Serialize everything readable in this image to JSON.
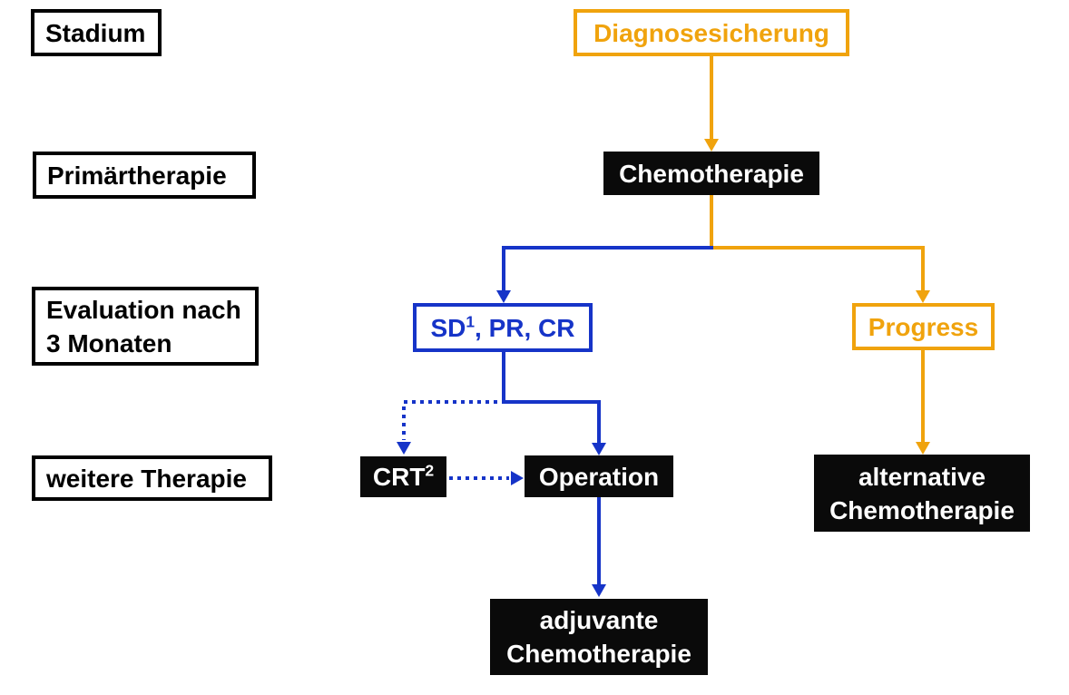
{
  "colors": {
    "orange": "#f0a30d",
    "blue": "#1634c8",
    "box_black": "#0a0a0a",
    "text_white": "#ffffff",
    "background": "#ffffff"
  },
  "row_labels": {
    "stadium": "Stadium",
    "primary": "Primärtherapie",
    "evaluation": "Evaluation nach 3 Monaten",
    "further": "weitere Therapie"
  },
  "nodes": {
    "diagnosis": "Diagnosesicherung",
    "chemo": "Chemotherapie",
    "sd": {
      "pre": "SD",
      "sup": "1",
      "post": ", PR, CR"
    },
    "progress": "Progress",
    "crt": {
      "pre": "CRT",
      "sup": "2"
    },
    "operation": "Operation",
    "adjuvant": "adjuvante Chemotherapie",
    "alternative": "alternative Chemotherapie"
  },
  "edges": [
    {
      "from": "Diagnosesicherung",
      "to": "Chemotherapie",
      "color": "orange",
      "style": "solid"
    },
    {
      "from": "Chemotherapie",
      "to": "SD1, PR, CR",
      "color": "blue",
      "style": "solid"
    },
    {
      "from": "Chemotherapie",
      "to": "Progress",
      "color": "orange",
      "style": "solid"
    },
    {
      "from": "SD1, PR, CR",
      "to": "CRT2",
      "color": "blue",
      "style": "dotted"
    },
    {
      "from": "SD1, PR, CR",
      "to": "Operation",
      "color": "blue",
      "style": "solid"
    },
    {
      "from": "CRT2",
      "to": "Operation",
      "color": "blue",
      "style": "dotted"
    },
    {
      "from": "Operation",
      "to": "adjuvante Chemotherapie",
      "color": "blue",
      "style": "solid"
    },
    {
      "from": "Progress",
      "to": "alternative Chemotherapie",
      "color": "orange",
      "style": "solid"
    }
  ]
}
